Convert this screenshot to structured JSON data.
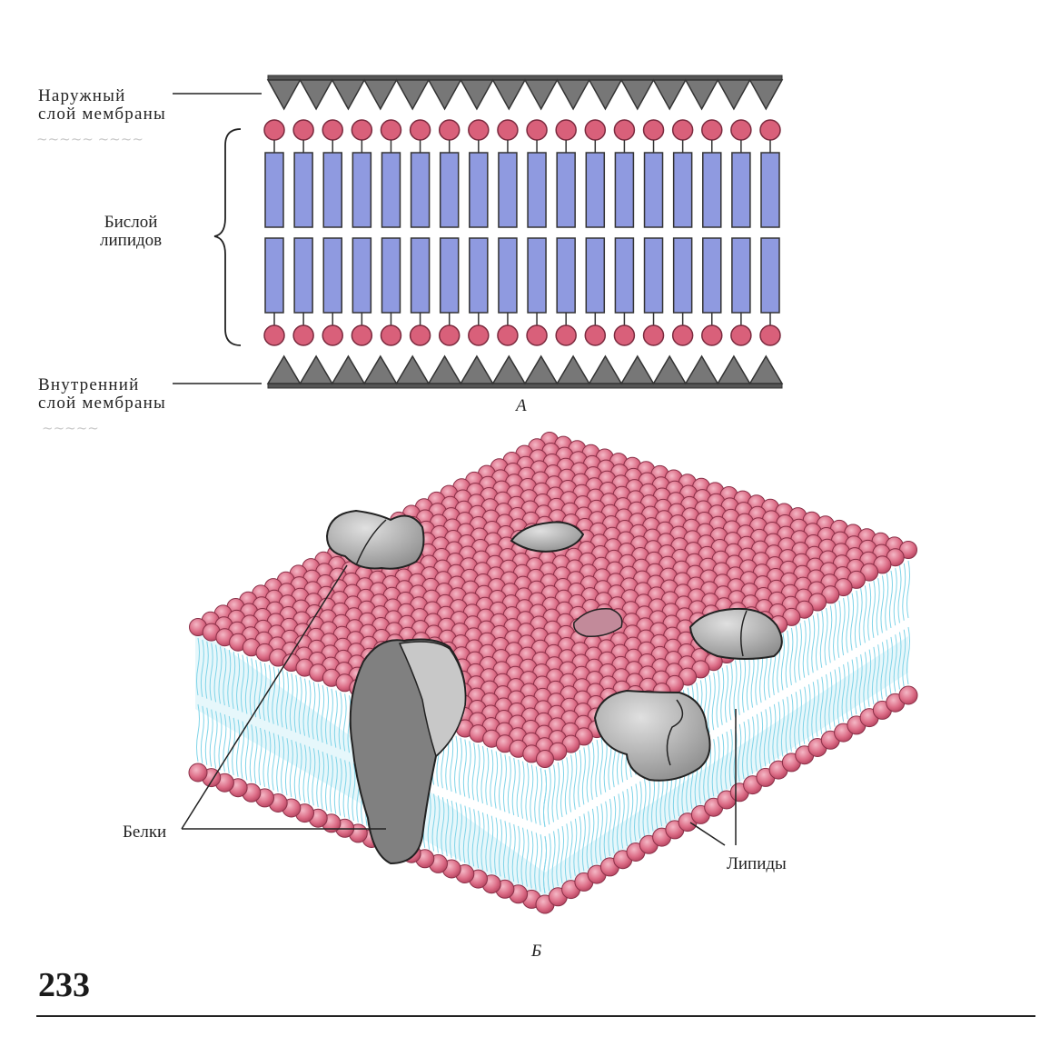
{
  "figure_a": {
    "label_outer": [
      "Наружный",
      "слой мембраны"
    ],
    "label_bilayer": [
      "Бислой",
      "липидов"
    ],
    "label_inner": [
      "Внутренний",
      "слой мембраны"
    ],
    "caption": "А"
  },
  "figure_b": {
    "label_proteins": "Белки",
    "label_lipids": "Липиды",
    "caption": "Б"
  },
  "page_number": "233",
  "colors": {
    "lipid_head": "#d9607a",
    "lipid_head_light": "#f0a8b8",
    "lipid_tail": "#8f9ae0",
    "protein_layer": "#6a6a6a",
    "water_tails": "#7fd4e8",
    "protein": "#9a9a9a"
  }
}
